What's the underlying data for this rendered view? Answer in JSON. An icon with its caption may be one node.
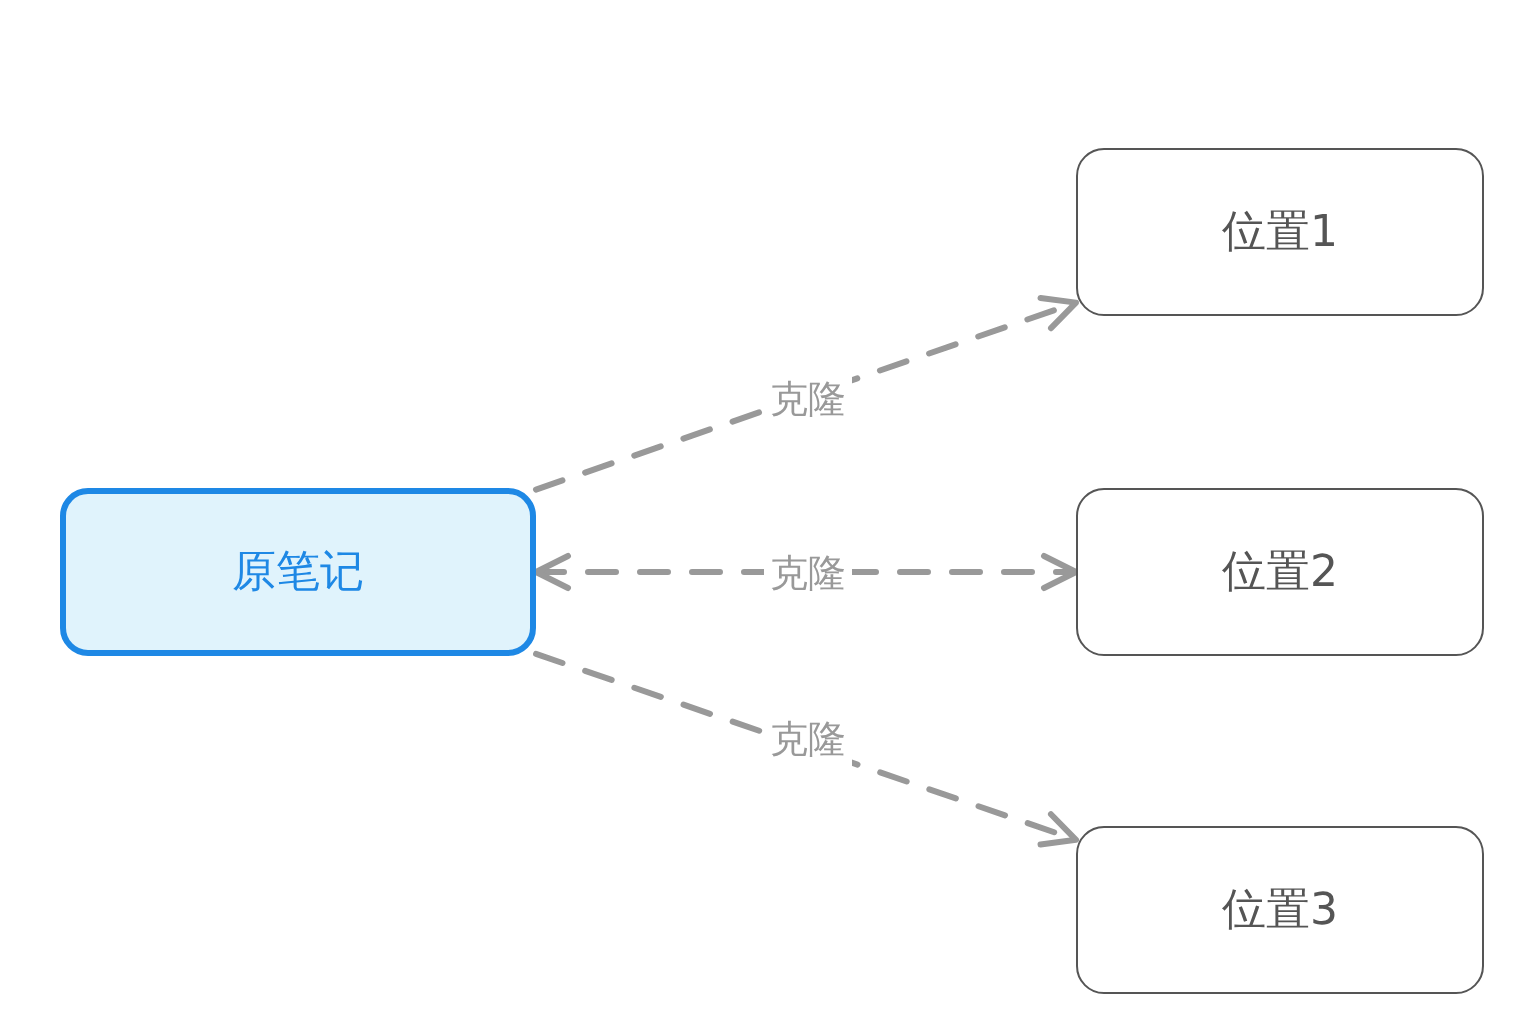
{
  "diagram": {
    "nodes": [
      {
        "text": [
          "原笔记"
        ]
      },
      {
        "text": [
          "位置1"
        ]
      },
      {
        "text": [
          "位置2"
        ]
      },
      {
        "text": [
          "位置3"
        ]
      }
    ],
    "edges": [
      {
        "from": 0,
        "to": 1,
        "arrow": "to",
        "label": "克隆",
        "style": "dashed"
      },
      {
        "from": 0,
        "to": 2,
        "arrow": "both",
        "label": "克隆",
        "style": "dashed"
      },
      {
        "from": 0,
        "to": 3,
        "arrow": "to",
        "label": "克隆",
        "style": "dashed"
      }
    ]
  }
}
